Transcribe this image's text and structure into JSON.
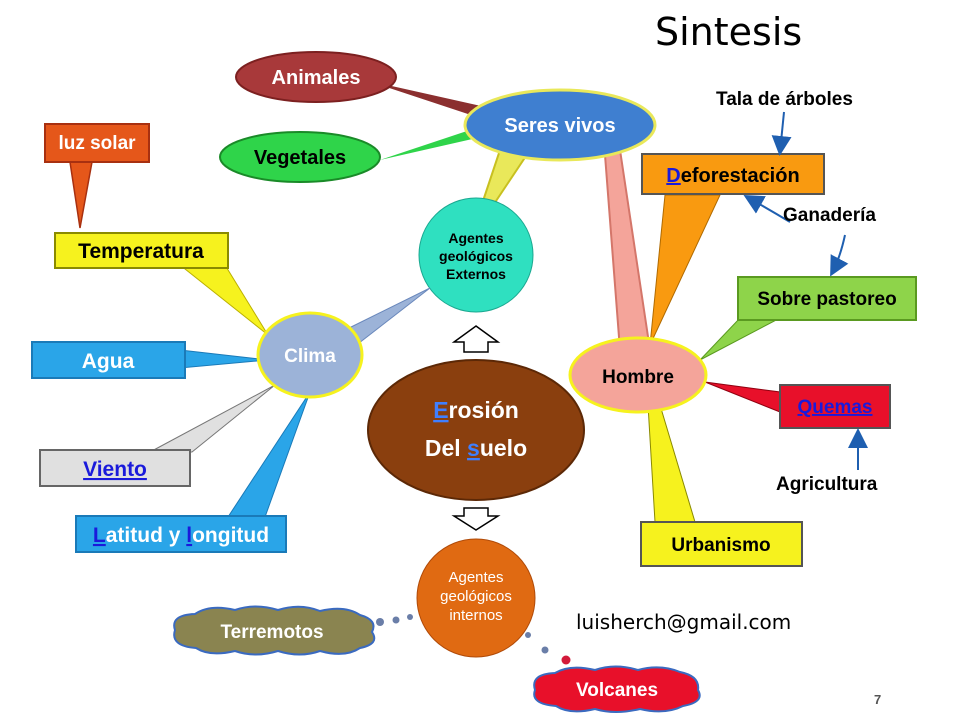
{
  "title": "Sintesis",
  "email": "luisherch@gmail.com",
  "page_number": "7",
  "center": {
    "line1_initial": "E",
    "line1_rest": "rosión",
    "line2_pre": "Del ",
    "line2_initial": "s",
    "line2_rest": "uelo"
  },
  "externos": {
    "line1": "Agentes",
    "line2": "geológicos",
    "line3": "Externos"
  },
  "internos": {
    "line1": "Agentes",
    "line2": "geológicos",
    "line3": "internos"
  },
  "seres_vivos": "Seres vivos",
  "animales": "Animales",
  "vegetales": "Vegetales",
  "clima": "Clima",
  "luz_solar": "luz solar",
  "temperatura": "Temperatura",
  "agua": "Agua",
  "viento": "Viento",
  "latitud": {
    "initial1": "L",
    "middle": "atitud y ",
    "initial2": "l",
    "rest": "ongitud"
  },
  "hombre": "Hombre",
  "deforestacion": {
    "initial": "D",
    "rest": "eforestación"
  },
  "tala": "Tala de árboles",
  "ganaderia": "Ganadería",
  "sobre_pastoreo": "Sobre pastoreo",
  "quemas": "Quemas",
  "agricultura": "Agricultura",
  "urbanismo": "Urbanismo",
  "terremotos": "Terremotos",
  "volcanes": "Volcanes"
}
